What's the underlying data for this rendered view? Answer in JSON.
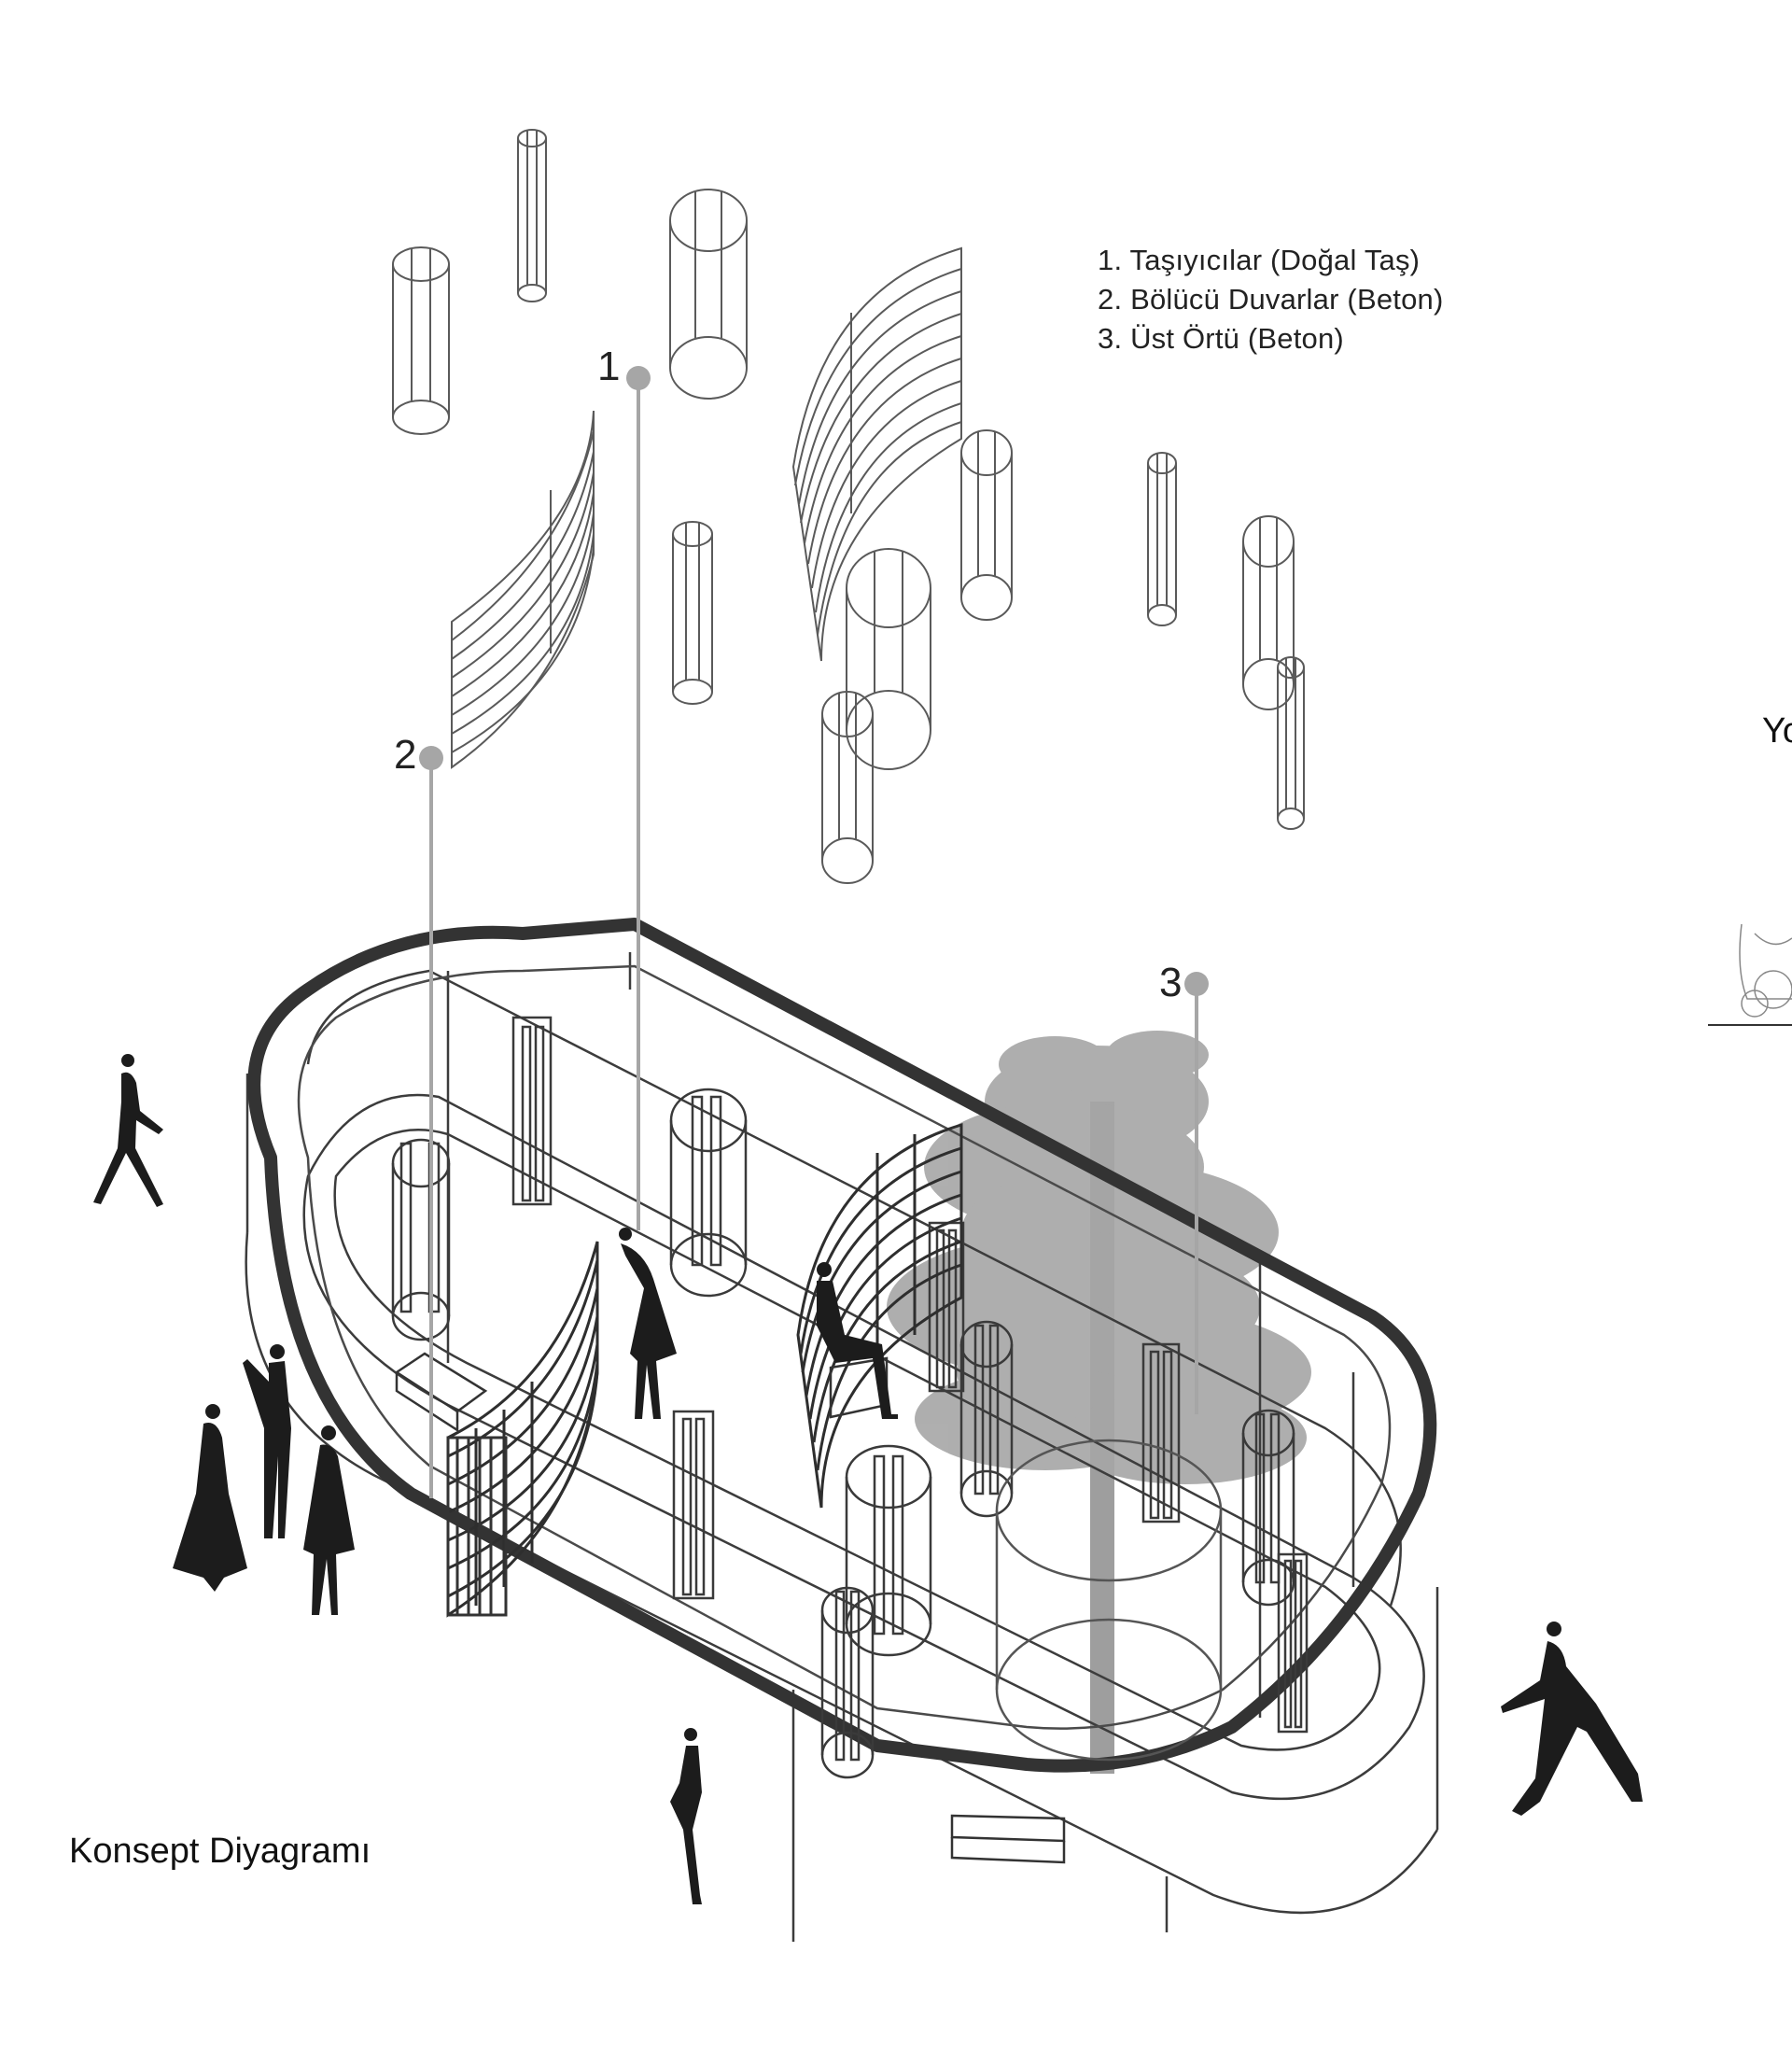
{
  "legend": {
    "items": [
      "1. Taşıyıcılar (Doğal Taş)",
      "2. Bölücü Duvarlar (Beton)",
      "3. Üst Örtü (Beton)"
    ]
  },
  "markers": [
    {
      "label": "1"
    },
    {
      "label": "2"
    },
    {
      "label": "3"
    }
  ],
  "caption": "Konsept Diyagramı",
  "edge_label": "Yo",
  "colors": {
    "line": "#4a4a4a",
    "thick_ring": "#333333",
    "marker": "#a6a6a6",
    "tree": "#9e9e9e",
    "figure": "#1c1c1c"
  }
}
